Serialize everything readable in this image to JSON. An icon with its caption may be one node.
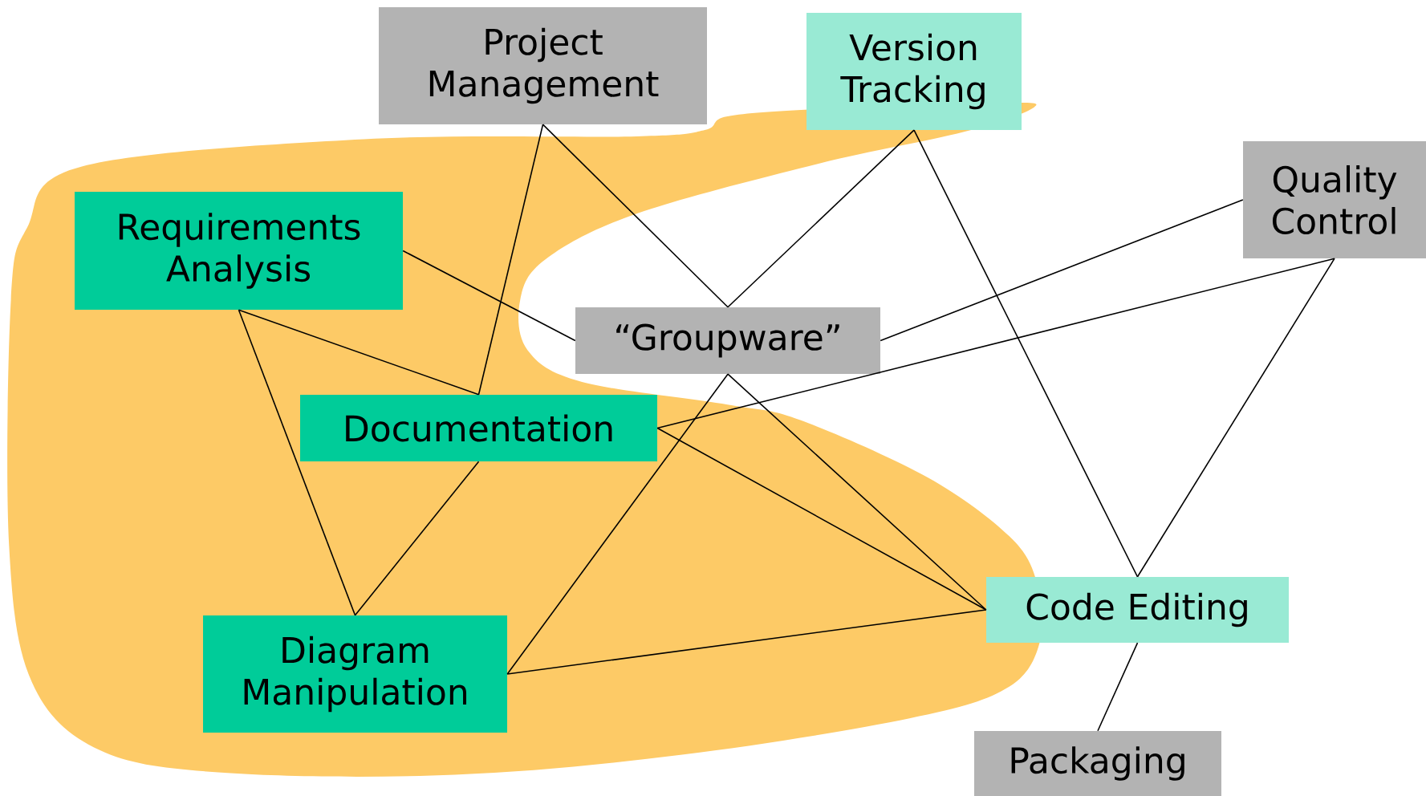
{
  "diagram": {
    "nodes": [
      {
        "text": [
          "Project Management"
        ]
      },
      {
        "text": [
          "Version Tracking"
        ]
      },
      {
        "text": [
          "Quality Control"
        ]
      },
      {
        "text": [
          "Requirements Analysis"
        ]
      },
      {
        "text": [
          "“Groupware”"
        ]
      },
      {
        "text": [
          "Documentation"
        ]
      },
      {
        "text": [
          "Code Editing"
        ]
      },
      {
        "text": [
          "Diagram Manipulation"
        ]
      },
      {
        "text": [
          "Packaging"
        ]
      }
    ],
    "edges": [
      {
        "from": 0,
        "to": 5,
        "arrow": "none"
      },
      {
        "from": 0,
        "to": 4,
        "arrow": "none"
      },
      {
        "from": 1,
        "to": 4,
        "arrow": "none"
      },
      {
        "from": 1,
        "to": 6,
        "arrow": "none"
      },
      {
        "from": 2,
        "to": 4,
        "arrow": "none"
      },
      {
        "from": 2,
        "to": 5,
        "arrow": "none"
      },
      {
        "from": 2,
        "to": 6,
        "arrow": "none"
      },
      {
        "from": 3,
        "to": 4,
        "arrow": "none"
      },
      {
        "from": 3,
        "to": 5,
        "arrow": "none"
      },
      {
        "from": 3,
        "to": 7,
        "arrow": "none"
      },
      {
        "from": 5,
        "to": 7,
        "arrow": "none"
      },
      {
        "from": 4,
        "to": 7,
        "arrow": "none"
      },
      {
        "from": 4,
        "to": 6,
        "arrow": "none"
      },
      {
        "from": 5,
        "to": 6,
        "arrow": "none"
      },
      {
        "from": 7,
        "to": 6,
        "arrow": "none"
      },
      {
        "from": 6,
        "to": 8,
        "arrow": "none"
      }
    ]
  }
}
